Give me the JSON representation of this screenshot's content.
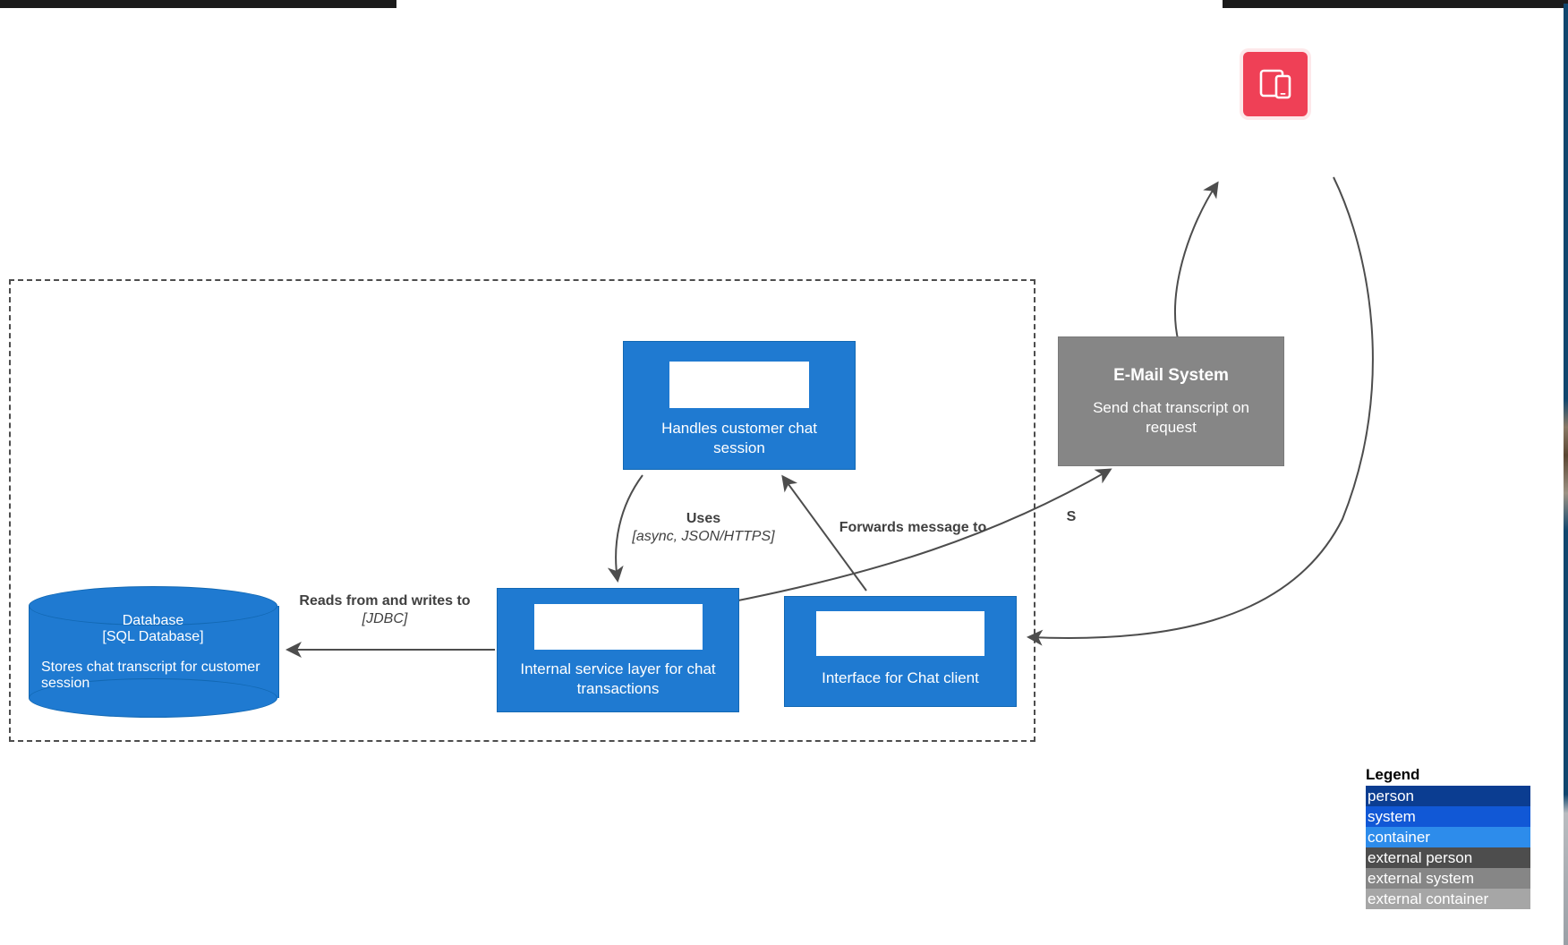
{
  "diagram": {
    "type": "c4-container-diagram",
    "boundary": {
      "label": ""
    },
    "nodes": [
      {
        "id": "chat-session",
        "kind": "container",
        "title": "",
        "tech": "",
        "description": "Handles customer chat session",
        "color": "#1f7ad1"
      },
      {
        "id": "internal-service",
        "kind": "container",
        "title": "",
        "tech": "",
        "description": "Internal service layer for chat transactions",
        "color": "#1f7ad1"
      },
      {
        "id": "chat-client",
        "kind": "container",
        "title": "",
        "tech": "",
        "description": "Interface for Chat client",
        "color": "#1f7ad1"
      },
      {
        "id": "database",
        "kind": "database",
        "title": "Database",
        "tech": "[SQL Database]",
        "description": "Stores chat transcript for customer session",
        "color": "#1f7ad1"
      },
      {
        "id": "email-system",
        "kind": "external-system",
        "title": "E-Mail System",
        "tech": "",
        "description": "Send chat transcript on request",
        "color": "#868686"
      },
      {
        "id": "device-user",
        "kind": "icon",
        "title": "",
        "icon": "devices-icon",
        "color": "#ef4056"
      }
    ],
    "edges": [
      {
        "id": "uses",
        "from": "chat-session",
        "to": "internal-service",
        "label": "Uses",
        "tech": "[async, JSON/HTTPS]"
      },
      {
        "id": "forwards",
        "from": "chat-client",
        "to": "chat-session",
        "label": "Forwards message to",
        "tech": ""
      },
      {
        "id": "reads",
        "from": "internal-service",
        "to": "database",
        "label": "Reads from and writes to",
        "tech": "[JDBC]"
      },
      {
        "id": "sends",
        "from": "internal-service",
        "to": "email-system",
        "label": "S",
        "tech": ""
      },
      {
        "id": "email-out",
        "from": "email-system",
        "to": "device-user",
        "label": "",
        "tech": ""
      },
      {
        "id": "user-in",
        "from": "device-user",
        "to": "chat-client",
        "label": "",
        "tech": ""
      }
    ]
  },
  "legend": {
    "title": "Legend",
    "items": [
      {
        "label": "person",
        "color": "#0b3d91"
      },
      {
        "label": "system",
        "color": "#1158d6"
      },
      {
        "label": "container",
        "color": "#2d8ceb"
      },
      {
        "label": "external person",
        "color": "#4d4d4d"
      },
      {
        "label": "external system",
        "color": "#868686"
      },
      {
        "label": "external container",
        "color": "#a6a6a6"
      }
    ]
  }
}
